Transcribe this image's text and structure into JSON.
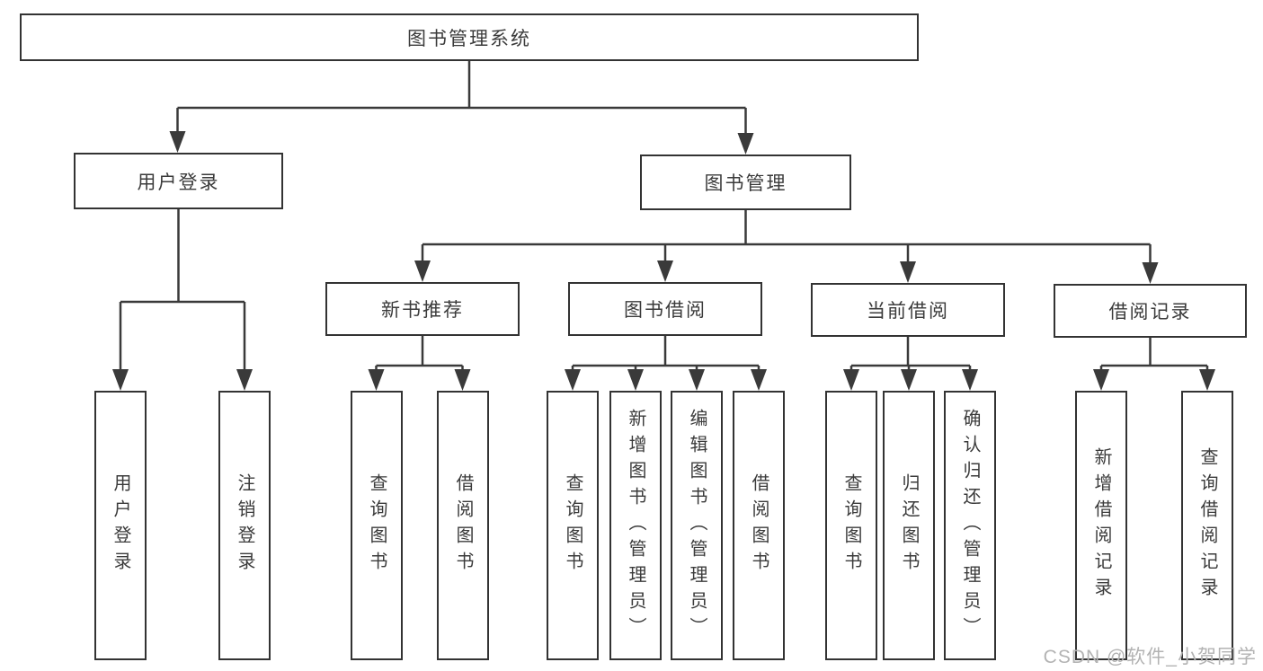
{
  "diagram": {
    "title": "图书管理系统",
    "nodes": {
      "root": {
        "label": "图书管理系统"
      },
      "user_login": {
        "label": "用户登录"
      },
      "book_management": {
        "label": "图书管理"
      },
      "new_book_recommend": {
        "label": "新书推荐"
      },
      "book_borrow": {
        "label": "图书借阅"
      },
      "current_borrow": {
        "label": "当前借阅"
      },
      "borrow_records": {
        "label": "借阅记录"
      },
      "leaf_user_login": {
        "label": "用户登录"
      },
      "leaf_logout": {
        "label": "注销登录"
      },
      "leaf_rec_query": {
        "label": "查询图书"
      },
      "leaf_rec_borrow": {
        "label": "借阅图书"
      },
      "leaf_bor_query": {
        "label": "查询图书"
      },
      "leaf_bor_add": {
        "label": "新增图书（管理员）"
      },
      "leaf_bor_edit": {
        "label": "编辑图书（管理员）"
      },
      "leaf_bor_borrow": {
        "label": "借阅图书"
      },
      "leaf_cur_query": {
        "label": "查询图书"
      },
      "leaf_cur_return": {
        "label": "归还图书"
      },
      "leaf_cur_confirm": {
        "label": "确认归还（管理员）"
      },
      "leaf_rcd_add": {
        "label": "新增借阅记录"
      },
      "leaf_rcd_query": {
        "label": "查询借阅记录"
      }
    },
    "hierarchy": {
      "label": "图书管理系统",
      "children": [
        {
          "label": "用户登录",
          "children": [
            "用户登录",
            "注销登录"
          ]
        },
        {
          "label": "图书管理",
          "children": [
            {
              "label": "新书推荐",
              "children": [
                "查询图书",
                "借阅图书"
              ]
            },
            {
              "label": "图书借阅",
              "children": [
                "查询图书",
                "新增图书（管理员）",
                "编辑图书（管理员）",
                "借阅图书"
              ]
            },
            {
              "label": "当前借阅",
              "children": [
                "查询图书",
                "归还图书",
                "确认归还（管理员）"
              ]
            },
            {
              "label": "借阅记录",
              "children": [
                "新增借阅记录",
                "查询借阅记录"
              ]
            }
          ]
        }
      ]
    }
  },
  "colors": {
    "line": "#3a3a3a",
    "box_border": "#333333",
    "text": "#3b3b3b",
    "watermark": "#b3b3b3",
    "background": "#ffffff"
  },
  "watermark": {
    "text": "CSDN @软件_小贺同学"
  }
}
